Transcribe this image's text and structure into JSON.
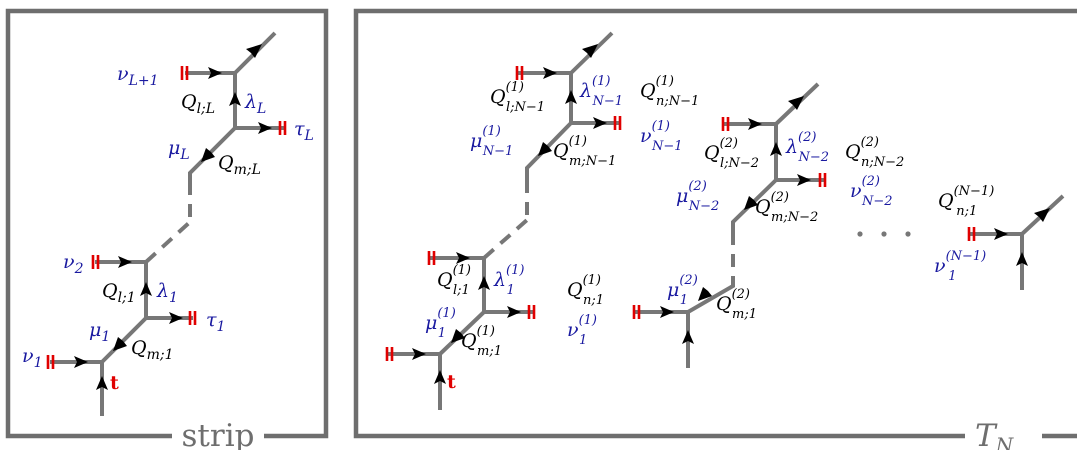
{
  "colors": {
    "edge": "#777777",
    "frame": "#6e6e6e",
    "blue_label": "#1a1aa0",
    "black_label": "#000000",
    "red_mark": "#e00000"
  },
  "panels": {
    "strip": {
      "title": "strip",
      "labels": {
        "nu_L1": "ν_{L+1}",
        "Q_lL": "Q_{l;L}",
        "lambda_L": "λ_L",
        "tau_L": "τ_L",
        "mu_L": "μ_L",
        "Q_mL": "Q_{m;L}",
        "nu_2": "ν_2",
        "Q_l1": "Q_{l;1}",
        "lambda_1": "λ_1",
        "mu_1": "μ_1",
        "tau_1": "τ_1",
        "nu_1": "ν_1",
        "Q_m1": "Q_{m;1}",
        "t": "t"
      }
    },
    "TN": {
      "title": "T",
      "title_sub": "N",
      "labels": {
        "Q1_lN1": "Q^{(1)}_{l;N−1}",
        "lambda1_N1": "λ^{(1)}_{N−1}",
        "Q1_nN1": "Q^{(1)}_{n;N−1}",
        "mu1_N1": "μ^{(1)}_{N−1}",
        "Q1_mN1": "Q^{(1)}_{m;N−1}",
        "nu1_N1": "ν^{(1)}_{N−1}",
        "Q2_lN2": "Q^{(2)}_{l;N−2}",
        "lambda2_N2": "λ^{(2)}_{N−2}",
        "Q2_nN2": "Q^{(2)}_{n;N−2}",
        "mu2_N2": "μ^{(2)}_{N−2}",
        "Q2_mN2": "Q^{(2)}_{m;N−2}",
        "nu2_N2": "ν^{(2)}_{N−2}",
        "QN_n1": "Q^{(N−1)}_{n;1}",
        "nuN_1": "ν^{(N−1)}_1",
        "Q1_l1": "Q^{(1)}_{l;1}",
        "lambda1_1": "λ^{(1)}_1",
        "Q1_n1": "Q^{(1)}_{n;1}",
        "mu1_1": "μ^{(1)}_1",
        "nu1_1": "ν^{(1)}_1",
        "Q1_m1": "Q^{(1)}_{m;1}",
        "mu2_1": "μ^{(2)}_1",
        "Q2_m1": "Q^{(2)}_{m;1}",
        "t": "t"
      }
    }
  }
}
